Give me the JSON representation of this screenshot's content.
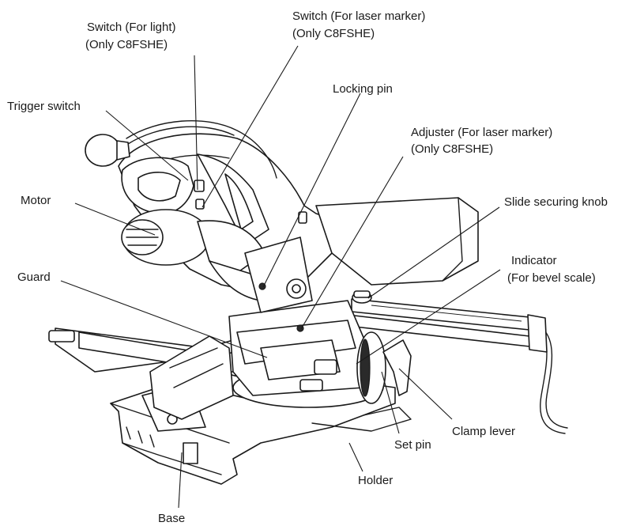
{
  "labels": {
    "switch_light_line1": "Switch (For light)",
    "switch_light_line2": "(Only C8FSHE)",
    "switch_laser_line1": "Switch (For laser marker)",
    "switch_laser_line2": "(Only C8FSHE)",
    "trigger_switch": "Trigger switch",
    "locking_pin": "Locking pin",
    "adjuster_line1": "Adjuster (For laser marker)",
    "adjuster_line2": "(Only C8FSHE)",
    "motor": "Motor",
    "slide_securing_knob": "Slide securing knob",
    "guard": "Guard",
    "indicator_line1": "Indicator",
    "indicator_line2": "(For bevel scale)",
    "clamp_lever": "Clamp lever",
    "set_pin": "Set pin",
    "holder": "Holder",
    "base": "Base"
  }
}
